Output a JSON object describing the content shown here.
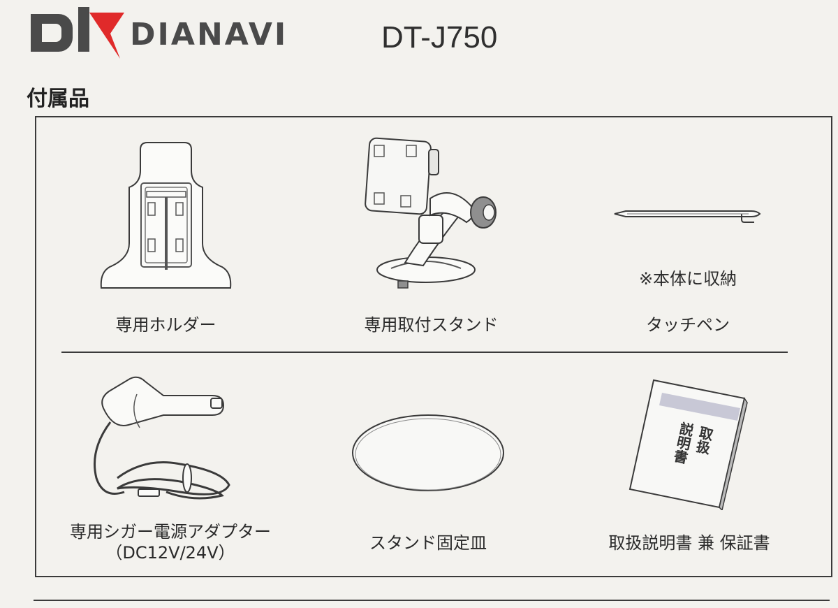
{
  "header": {
    "brand": "DIANAVI",
    "model": "DT-J750",
    "logo_icon": "dh-logo-icon",
    "accent_color": "#e02a2a"
  },
  "section": {
    "title": "付属品"
  },
  "items": [
    {
      "label": "専用ホルダー",
      "icon": "holder-icon"
    },
    {
      "label": "専用取付スタンド",
      "icon": "suction-stand-icon"
    },
    {
      "label": "タッチペン",
      "note": "※本体に収納",
      "icon": "touch-pen-icon"
    },
    {
      "label_line1": "専用シガー電源アダプター",
      "label_line2": "（DC12V/24V）",
      "icon": "cigar-adapter-icon"
    },
    {
      "label": "スタンド固定皿",
      "icon": "fixing-disc-icon"
    },
    {
      "label": "取扱説明書 兼 保証書",
      "icon": "manual-icon",
      "cover_text_col1": "説明書",
      "cover_text_col2": "取扱"
    }
  ]
}
